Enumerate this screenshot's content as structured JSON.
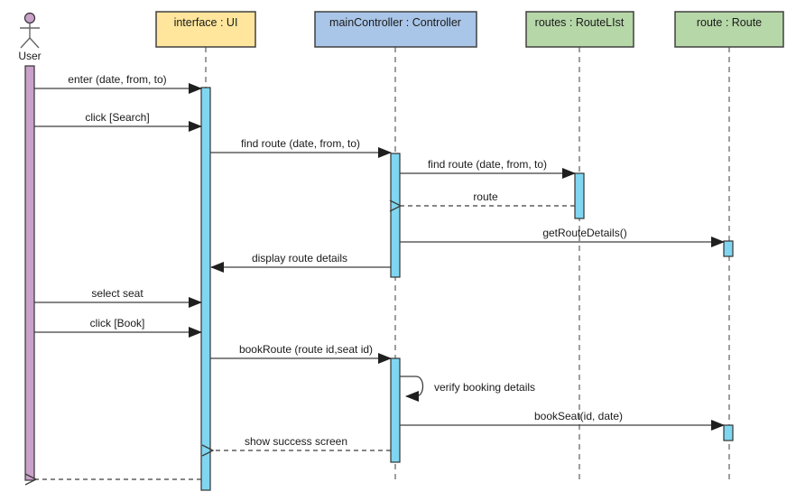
{
  "diagram_type": "uml-sequence-diagram",
  "actor": {
    "name": "User"
  },
  "objects": [
    {
      "id": "interface",
      "label": "interface : UI",
      "fill": "#FFE69C"
    },
    {
      "id": "mainController",
      "label": "mainController : Controller",
      "fill": "#A9C5E8"
    },
    {
      "id": "routes",
      "label": "routes : RouteLIst",
      "fill": "#B6D7A8"
    },
    {
      "id": "route",
      "label": "route : Route",
      "fill": "#B6D7A8"
    }
  ],
  "messages": [
    {
      "label": "enter (date, from, to)",
      "from": "User",
      "to": "interface",
      "type": "sync"
    },
    {
      "label": "click [Search]",
      "from": "User",
      "to": "interface",
      "type": "sync"
    },
    {
      "label": "find route (date, from, to)",
      "from": "interface",
      "to": "mainController",
      "type": "sync"
    },
    {
      "label": "find route (date, from, to)",
      "from": "mainController",
      "to": "routes",
      "type": "sync"
    },
    {
      "label": "route",
      "from": "routes",
      "to": "mainController",
      "type": "return"
    },
    {
      "label": "getRouteDetails()",
      "from": "mainController",
      "to": "route",
      "type": "sync"
    },
    {
      "label": "display route details",
      "from": "mainController",
      "to": "interface",
      "type": "sync"
    },
    {
      "label": "select seat",
      "from": "User",
      "to": "interface",
      "type": "sync"
    },
    {
      "label": "click [Book]",
      "from": "User",
      "to": "interface",
      "type": "sync"
    },
    {
      "label": "bookRoute (route id,seat id)",
      "from": "interface",
      "to": "mainController",
      "type": "sync"
    },
    {
      "label": "verify booking details",
      "from": "mainController",
      "to": "mainController",
      "type": "self"
    },
    {
      "label": "bookSeat(id, date)",
      "from": "mainController",
      "to": "route",
      "type": "sync"
    },
    {
      "label": "show success screen",
      "from": "mainController",
      "to": "interface",
      "type": "return"
    },
    {
      "label": "",
      "from": "interface",
      "to": "User",
      "type": "return"
    }
  ],
  "colors": {
    "object_yellow": "#FFE69C",
    "object_blue": "#A9C5E8",
    "object_green": "#B6D7A8",
    "activation": "#80D6F0",
    "user_activation": "#C9A1C9",
    "line": "#3d3d3d",
    "lifeline": "#6b6b6b",
    "box_border": "#404040",
    "text": "#1a1a1a"
  }
}
